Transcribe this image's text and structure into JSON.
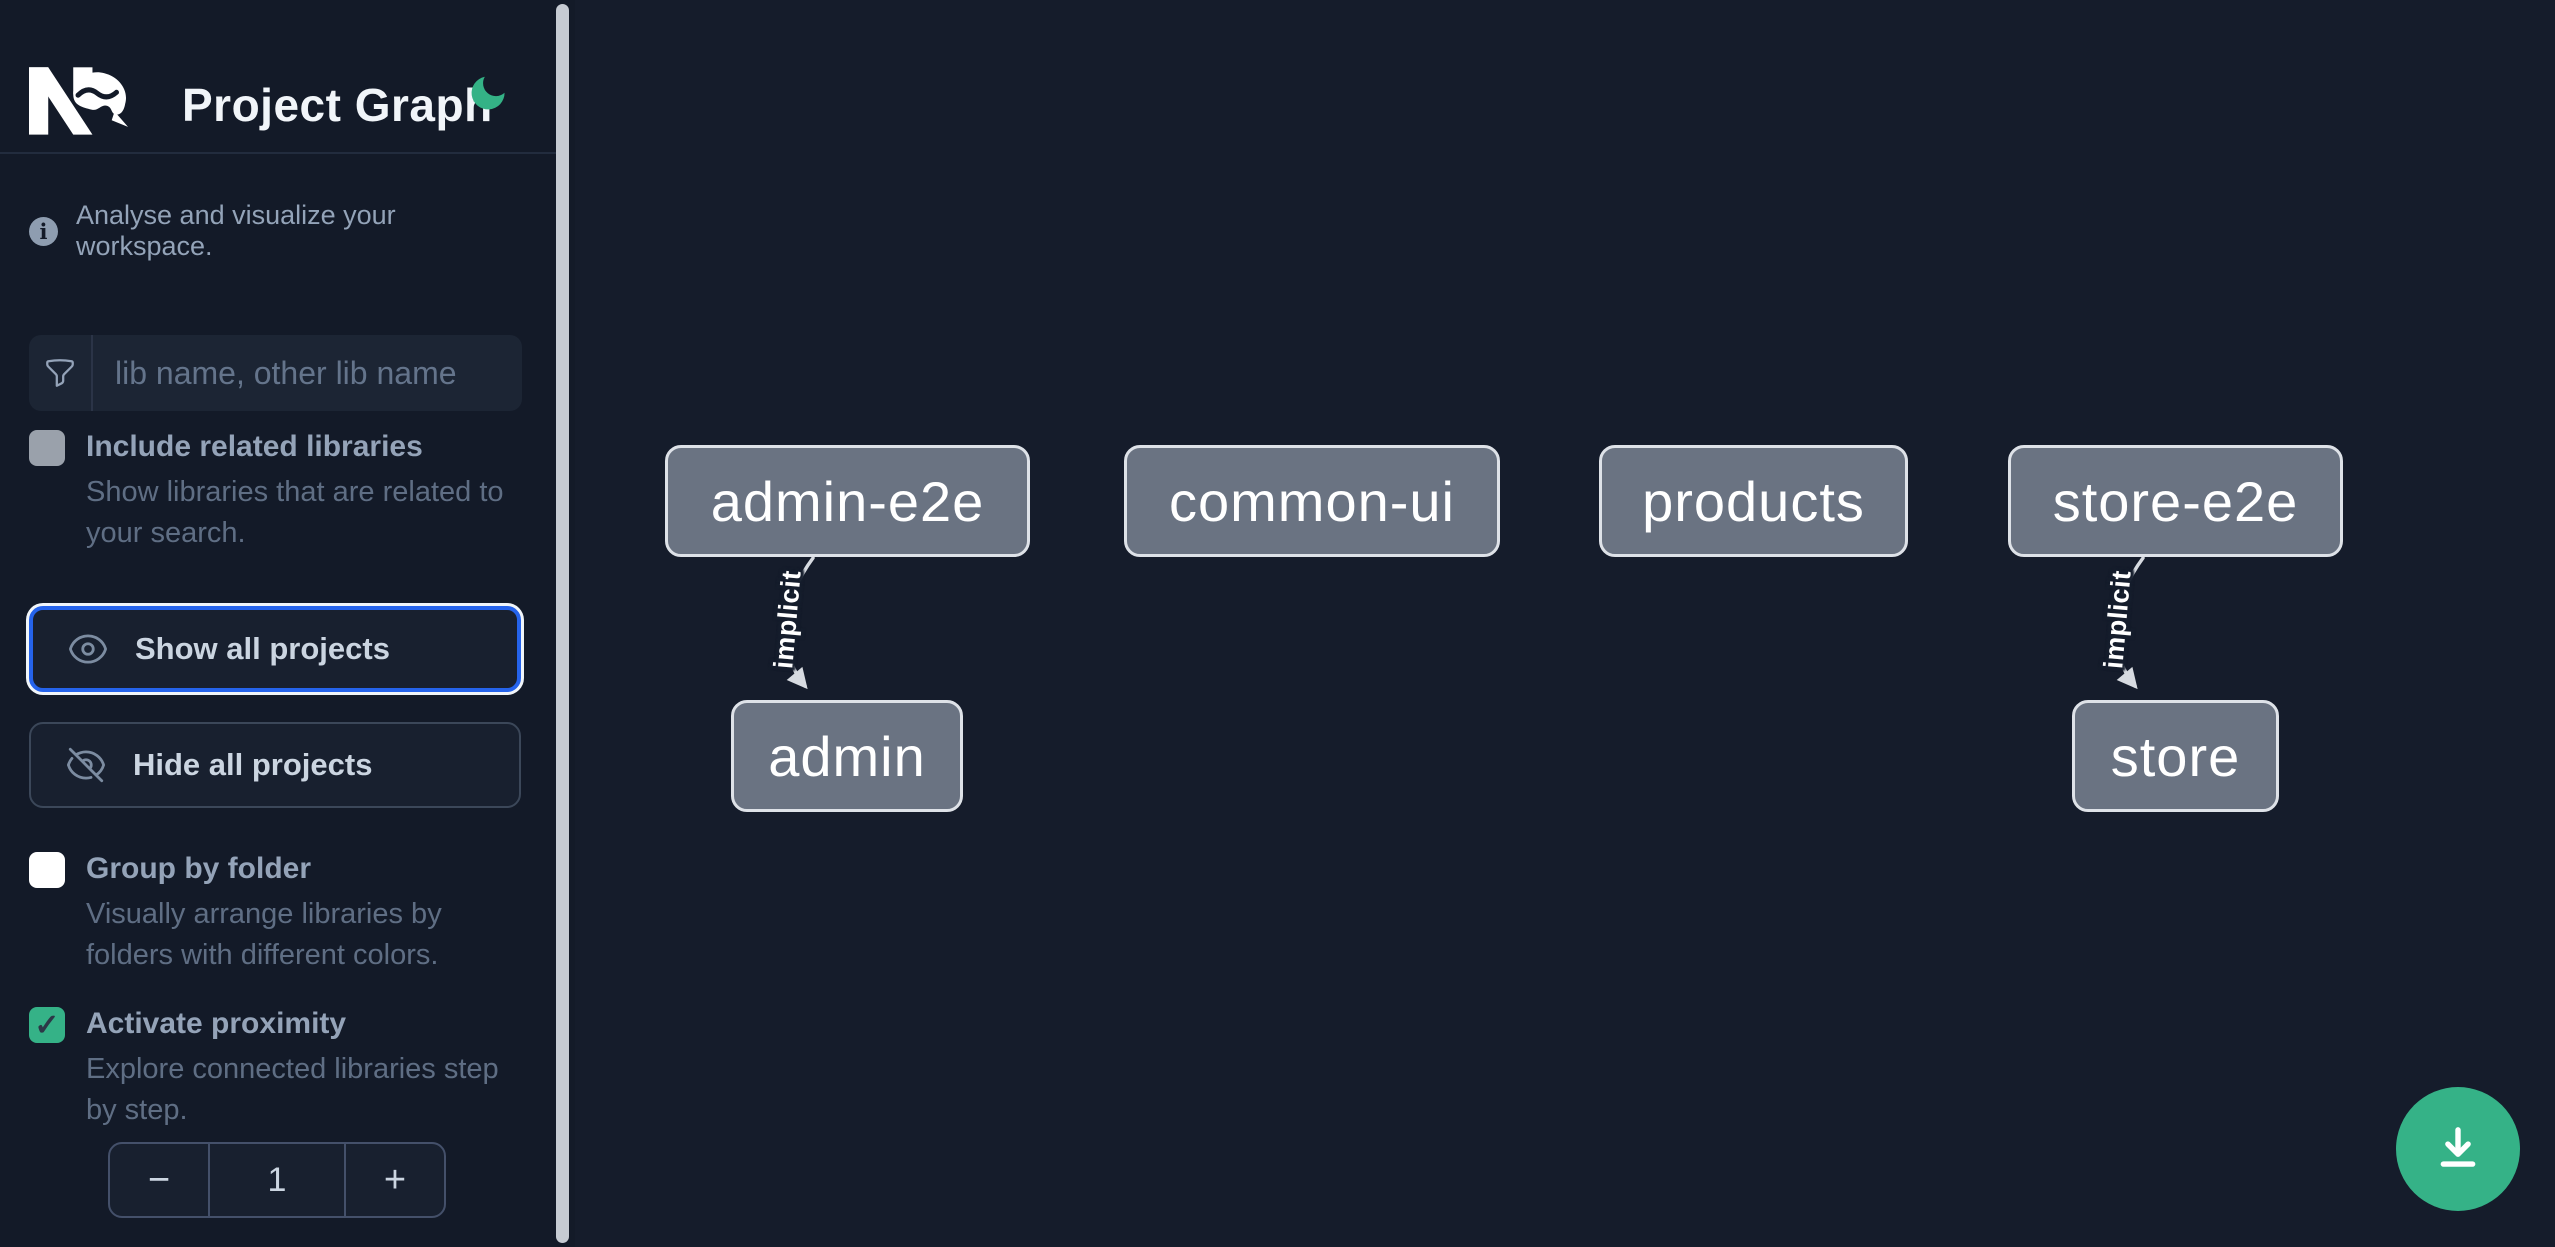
{
  "app": {
    "title": "Project Graph",
    "logo": "nx-logo",
    "theme_icon": "moon-icon"
  },
  "sidebar": {
    "tagline": "Analyse and visualize your workspace.",
    "search": {
      "placeholder": "lib name, other lib name",
      "icon": "funnel-icon"
    },
    "toggles": [
      {
        "label": "Include related libraries",
        "description": "Show libraries that are related to your search.",
        "checked": false,
        "disabled": true
      },
      {
        "label": "Group by folder",
        "description": "Visually arrange libraries by folders with different colors.",
        "checked": false,
        "disabled": false
      },
      {
        "label": "Activate proximity",
        "description": "Explore connected libraries step by step.",
        "checked": true,
        "disabled": false
      }
    ],
    "buttons": {
      "show_all": "Show all projects",
      "hide_all": "Hide all projects"
    },
    "proximity_stepper": {
      "decrement": "−",
      "value": "1",
      "increment": "+"
    }
  },
  "graph": {
    "nodes": [
      {
        "label": "admin-e2e"
      },
      {
        "label": "common-ui"
      },
      {
        "label": "products"
      },
      {
        "label": "store-e2e"
      },
      {
        "label": "admin"
      },
      {
        "label": "store"
      }
    ],
    "edges": [
      {
        "from": "admin-e2e",
        "to": "admin",
        "label": "implicit"
      },
      {
        "from": "store-e2e",
        "to": "store",
        "label": "implicit"
      }
    ]
  },
  "fab": {
    "icon": "download-icon"
  },
  "colors": {
    "accent_green": "#35b287",
    "focus_blue": "#2563eb",
    "node_fill": "#6a7382",
    "node_border": "#dee2e8",
    "edge": "#d7dbe1",
    "sidebar_bg": "#131a28",
    "canvas_bg": "#151c2b"
  }
}
